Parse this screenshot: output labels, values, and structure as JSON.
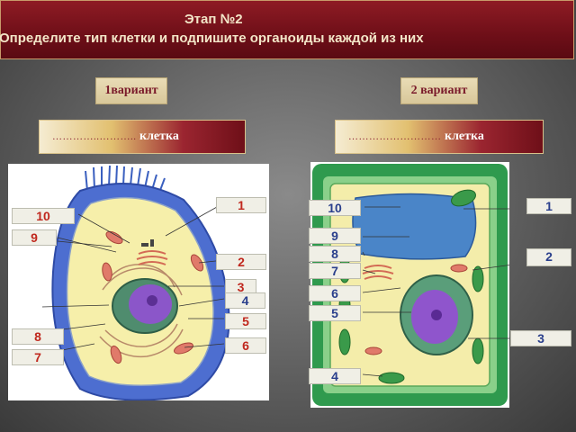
{
  "header": {
    "title": "Этап №2",
    "subtitle": "Определите тип клетки и подпишите органоиды каждой из них"
  },
  "variant1": {
    "label": "1вариант"
  },
  "variant2": {
    "label": "2 вариант"
  },
  "cell_type_1": {
    "dots": "…………..………..",
    "word": "клетка"
  },
  "cell_type_2": {
    "dots": "………………………",
    "word": "клетка"
  },
  "animal_labels": [
    "1",
    "10",
    "9",
    "2",
    "3",
    "4",
    "5",
    "8",
    "6",
    "7"
  ],
  "plant_labels": [
    "10",
    "1",
    "9",
    "8",
    "7",
    "2",
    "6",
    "5",
    "3",
    "4"
  ],
  "colors": {
    "header_bg": "#6e0f18",
    "label_red": "#c0281e",
    "label_blue": "#2a3f8c"
  }
}
